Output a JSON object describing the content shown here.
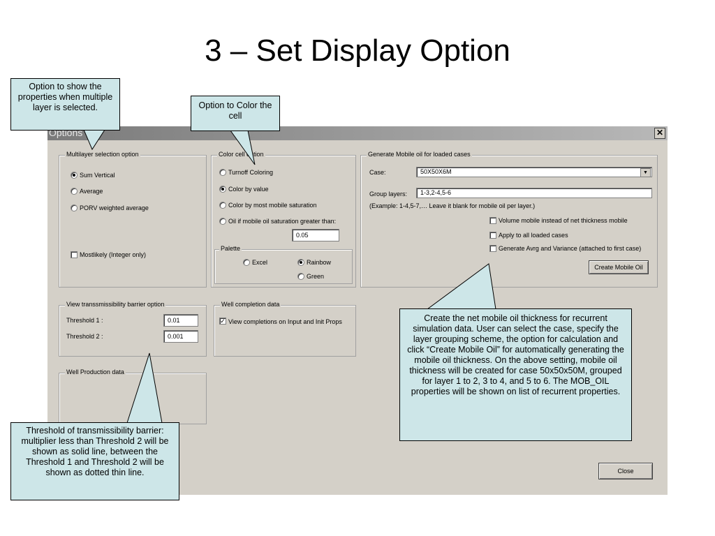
{
  "slide": {
    "title": "3 – Set Display Option"
  },
  "dialog": {
    "title": "Options",
    "close_glyph": "✕",
    "multilayer": {
      "legend": "Multilayer selection option",
      "options": [
        "Sum Vertical",
        "Average",
        "PORV weighted average"
      ],
      "selected": 0,
      "mostlikely_label": "Mostlikely (Integer only)",
      "mostlikely_checked": false
    },
    "color_cell": {
      "legend": "Color cell option",
      "options": [
        "Turnoff Coloring",
        "Color by value",
        "Color by most mobile saturation",
        "Oil if mobile oil saturation greater than:"
      ],
      "selected": 1,
      "threshold_value": "0.05",
      "palette": {
        "legend": "Palette",
        "options": [
          "Excel",
          "Rainbow",
          "Green"
        ],
        "selected": 1
      }
    },
    "mobile_oil": {
      "legend": "Generate Mobile oil for loaded cases",
      "case_label": "Case:",
      "case_value": "50X50X6M",
      "group_label": "Group layers:",
      "group_value": "1-3,2-4,5-6",
      "example_text": "(Example: 1-4,5-7,… Leave it blank for mobile oil per layer.)",
      "checks": [
        "Volume mobile instead of net thickness mobile",
        "Apply to all loaded cases",
        "Generate Avrg and Variance (attached to first case)"
      ],
      "create_button": "Create Mobile Oil"
    },
    "transmissibility": {
      "legend": "View transsmissibility barrier option",
      "threshold1_label": "Threshold 1 :",
      "threshold1_value": "0.01",
      "threshold2_label": "Threshold 2 :",
      "threshold2_value": "0.001"
    },
    "well_completion": {
      "legend": "Well completion data",
      "check_label": "View completions on Input and Init Props",
      "checked": true
    },
    "well_production": {
      "legend": "Well Production data"
    },
    "close_button": "Close"
  },
  "callouts": {
    "multilayer": "Option to show the properties when multiple layer is selected.",
    "color_cell": "Option to Color the cell",
    "mobile_oil": "Create the net mobile oil thickness for recurrent simulation data. User can select the case, specify the layer grouping scheme, the option for calculation and click “Create Mobile Oil” for automatically generating the mobile oil thickness. On the above setting, mobile oil thickness will be created for case 50x50x50M, grouped for layer 1 to 2, 3 to 4, and 5 to 6. The MOB_OIL properties will be shown on list of recurrent properties.",
    "threshold": "Threshold of transmissibility barrier: multiplier less than Threshold 2 will be shown as solid line, between the Threshold 1 and Threshold 2 will be shown as dotted thin line."
  },
  "colors": {
    "callout_fill": "#cde6e8",
    "dialog_bg": "#d4d0c8"
  }
}
